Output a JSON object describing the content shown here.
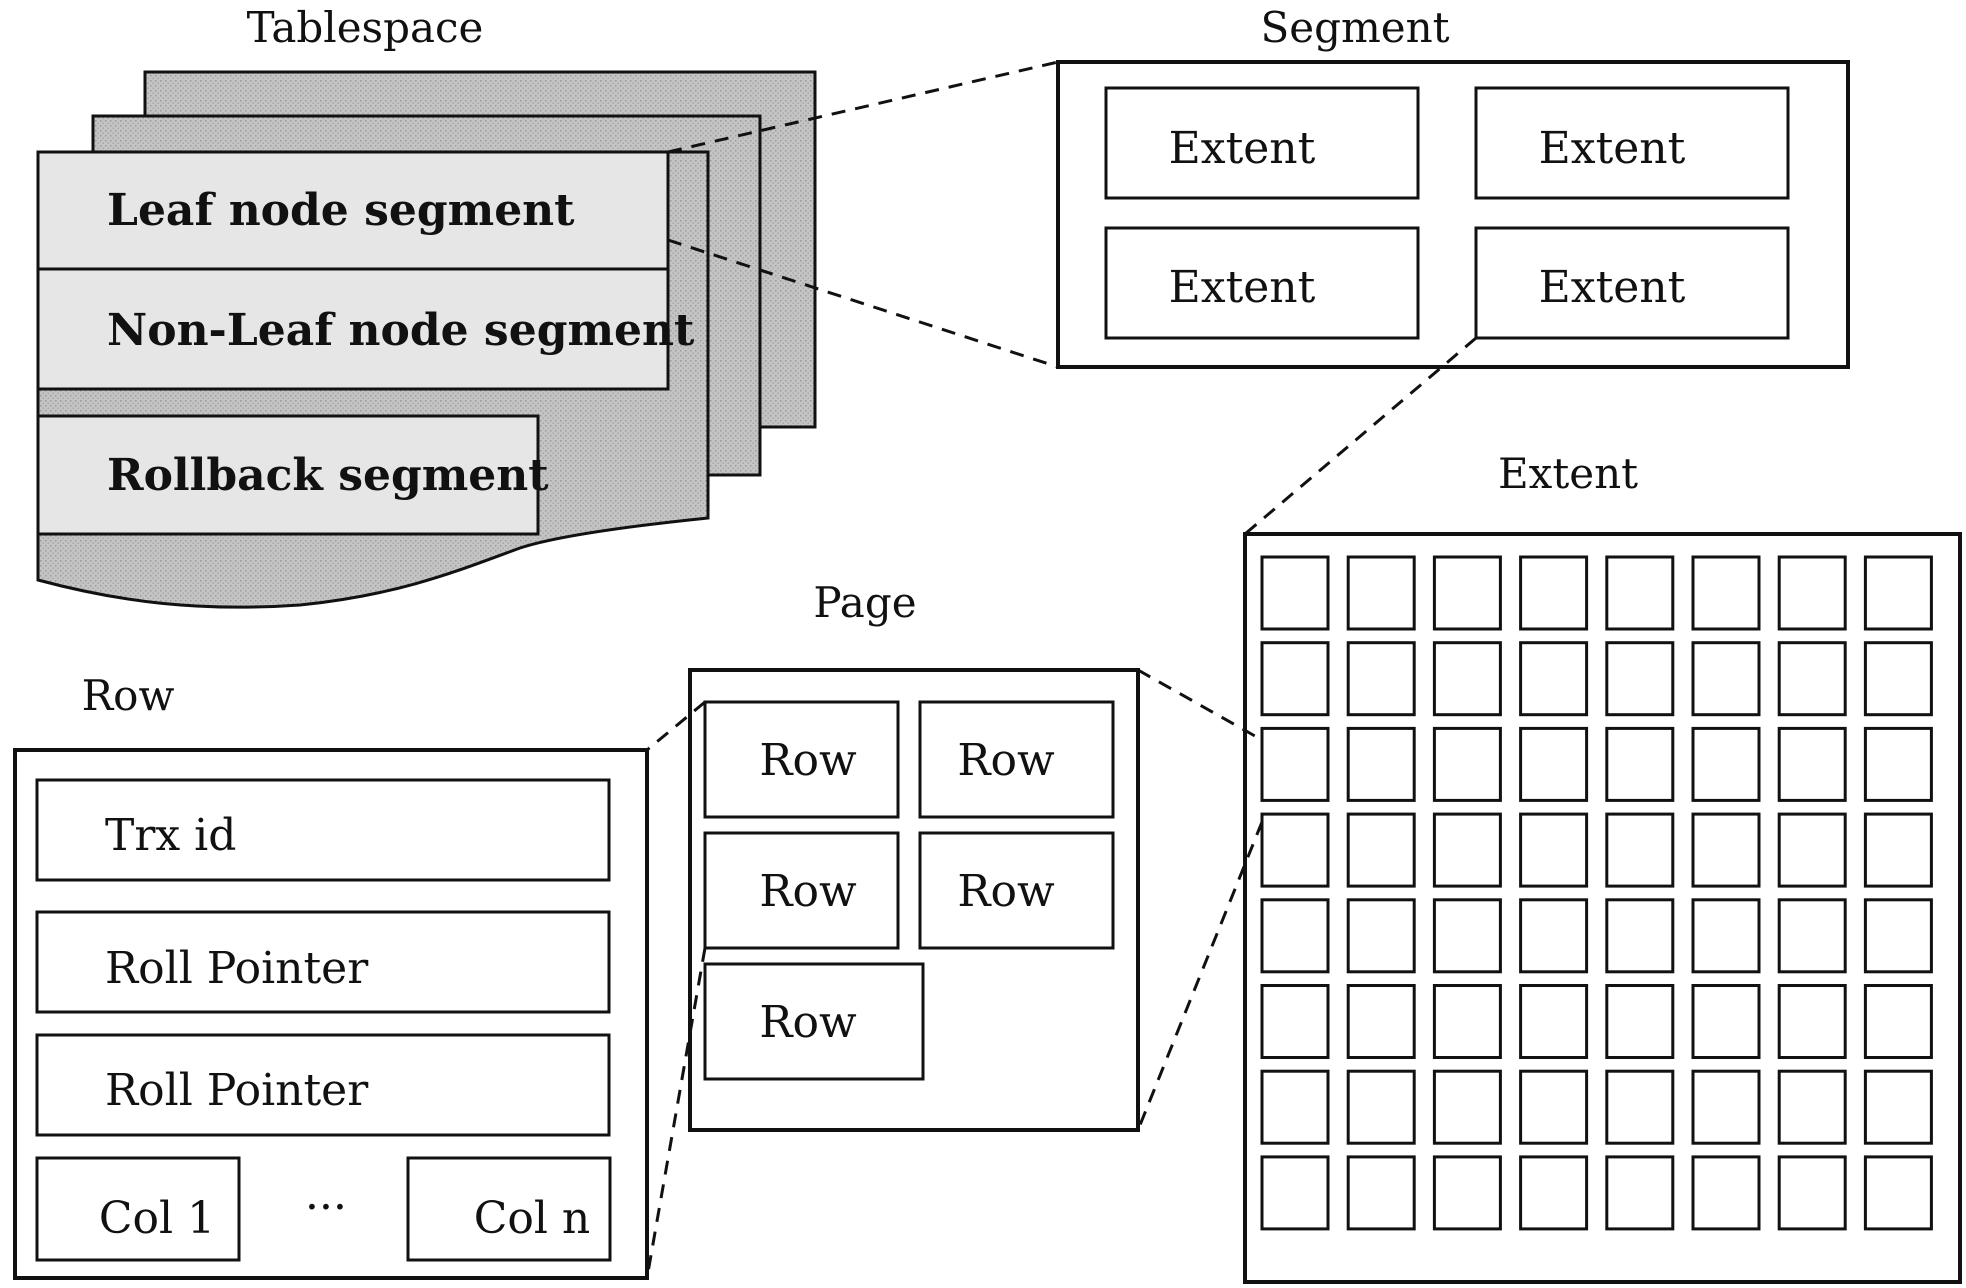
{
  "tablespace": {
    "title": "Tablespace",
    "segments": [
      "Leaf node segment",
      "Non-Leaf node segment",
      "Rollback segment"
    ]
  },
  "segment": {
    "title": "Segment",
    "extents": [
      "Extent",
      "Extent",
      "Extent",
      "Extent"
    ]
  },
  "extent": {
    "title": "Extent",
    "grid_rows": 8,
    "grid_cols": 8
  },
  "page": {
    "title": "Page",
    "rows": [
      "Row",
      "Row",
      "Row",
      "Row",
      "Row"
    ]
  },
  "row": {
    "title": "Row",
    "fields": [
      "Trx id",
      "Roll Pointer",
      "Roll Pointer"
    ],
    "col_first": "Col 1",
    "ellipsis": "···",
    "col_last": "Col n"
  },
  "colors": {
    "stroke": "#111111",
    "sheet_fill": "#c9c9c9",
    "panel_fill": "#e6e6e6",
    "background": "#ffffff"
  }
}
